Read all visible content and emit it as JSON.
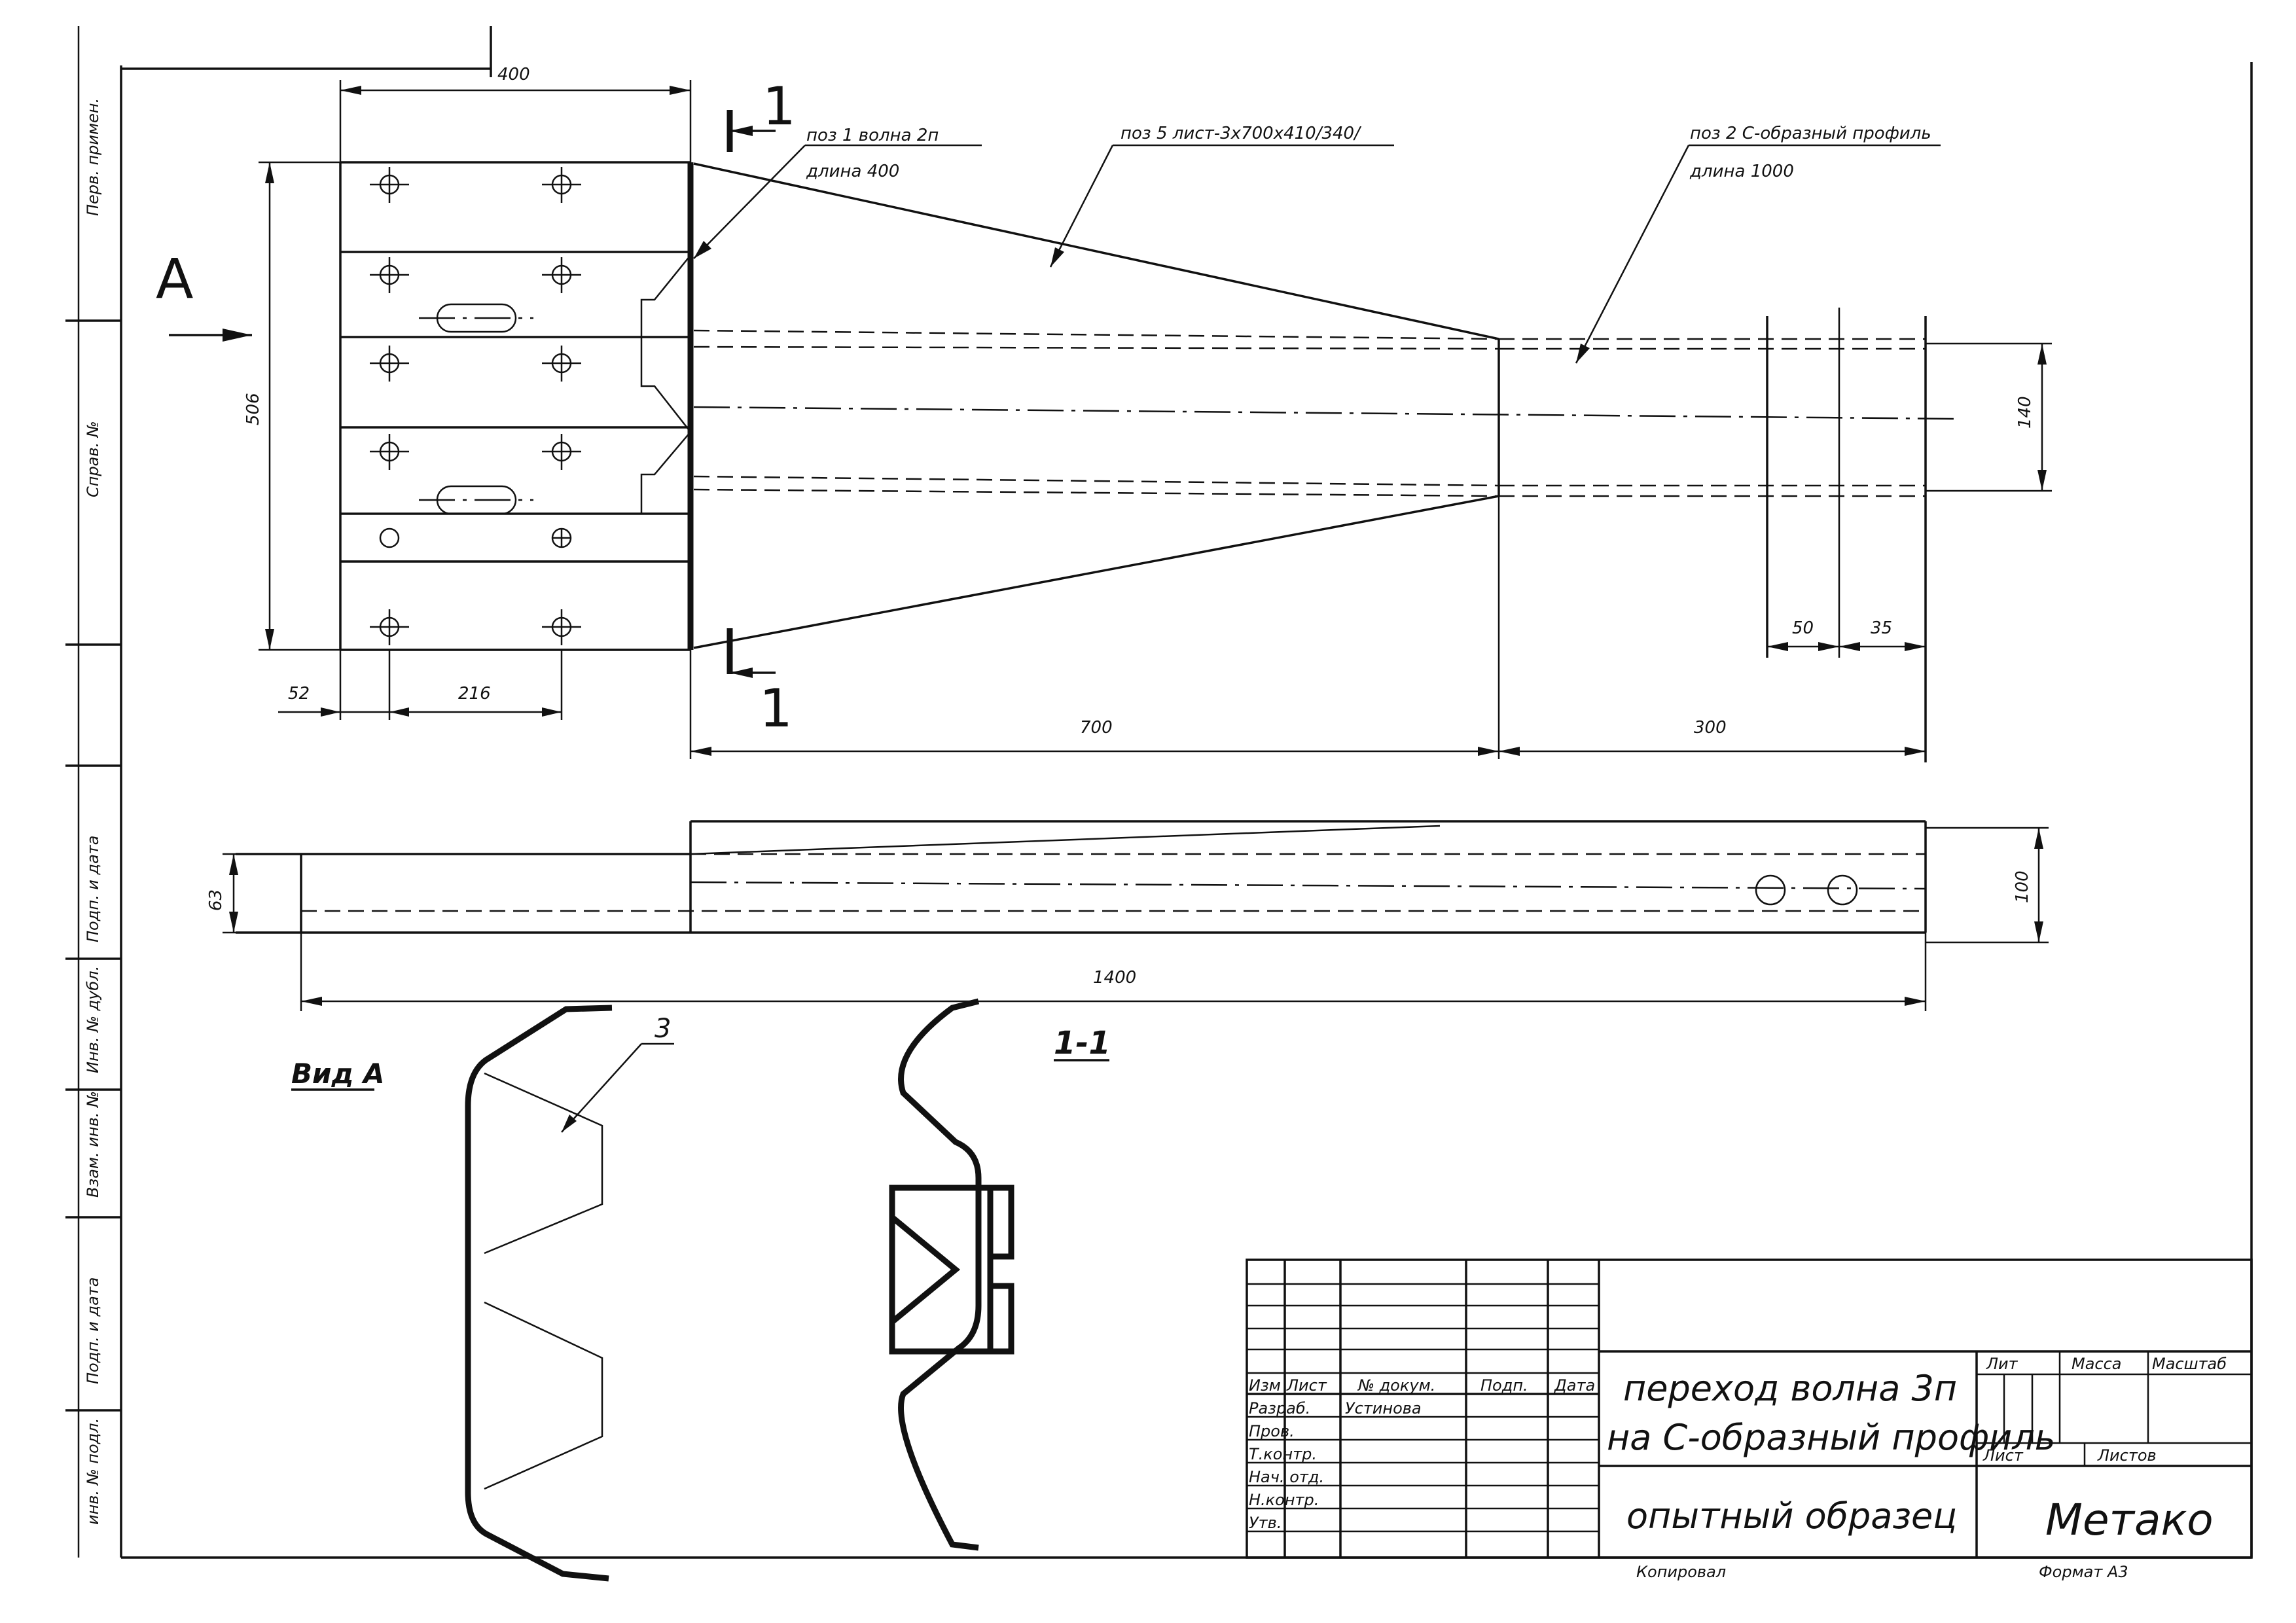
{
  "stamps": {
    "left_margin": [
      "инв. № подл.",
      "Подп. и дата",
      "Взам. инв. №",
      "Инв. № дубл.",
      "Подп. и дата",
      "Справ. №",
      "Перв. примен."
    ]
  },
  "callouts": {
    "pos1_line1": "поз 1 волна 2п",
    "pos1_line2": "длина 400",
    "pos5": "поз 5 лист-3х700х410/340/",
    "pos2_line1": "поз 2 С-образный профиль",
    "pos2_line2": "длина 1000",
    "view_arrow": "А",
    "view_a_label": "Вид А",
    "section_label": "1-1",
    "item3": "3"
  },
  "section_marks": {
    "top": "1",
    "bottom": "1"
  },
  "dimensions": {
    "d400": "400",
    "d506": "506",
    "d52": "52",
    "d216": "216",
    "d700": "700",
    "d300": "300",
    "d140": "140",
    "d50": "50",
    "d35": "35",
    "d63": "63",
    "d100": "100",
    "d1400": "1400"
  },
  "title_block": {
    "headers": [
      "Изм",
      "Лист",
      "№ докум.",
      "Подп.",
      "Дата"
    ],
    "rows": [
      {
        "label": "Разраб.",
        "name": "Устинова",
        "date": ""
      },
      {
        "label": "Пров.",
        "name": "",
        "date": ""
      },
      {
        "label": "Т.контр.",
        "name": "",
        "date": ""
      },
      {
        "label": "Нач. отд.",
        "name": "",
        "date": ""
      },
      {
        "label": "Н.контр.",
        "name": "",
        "date": ""
      },
      {
        "label": "Утв.",
        "name": "",
        "date": ""
      }
    ],
    "title_line1": "переход волна 3п",
    "title_line2": "на С-образный профиль",
    "subtitle": "опытный образец",
    "company": "Метако",
    "lit": "Лит",
    "mass": "Масса",
    "scale": "Масштаб",
    "sheet": "Лист",
    "sheets": "Листов",
    "copied": "Копировал",
    "format": "Формат А3"
  }
}
